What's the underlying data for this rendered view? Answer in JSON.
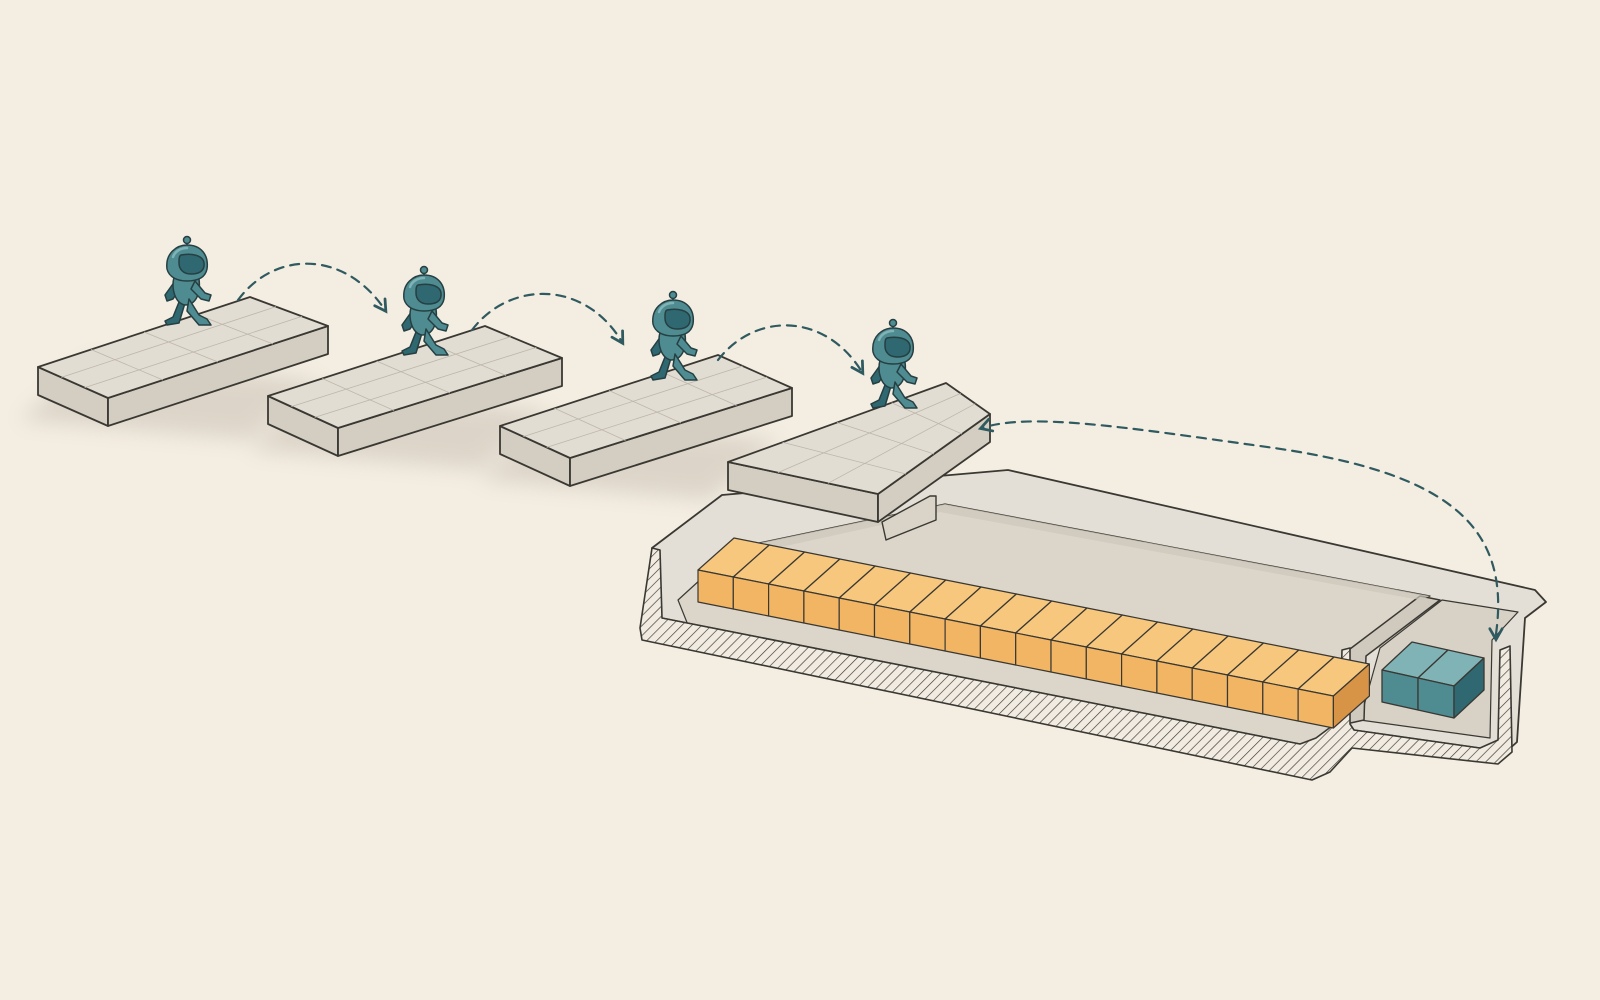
{
  "palette": {
    "background": "#f4ede2",
    "slab_top": "#e2ddd3",
    "slab_front": "#d3cdc2",
    "slab_side": "#c4beb3",
    "outline": "#3a3833",
    "robot": "#4e8c92",
    "robot_dark": "#2f6870",
    "robot_light": "#7fb3b6",
    "orange_block": "#f1b563",
    "orange_block_side": "#d89446",
    "teal_block": "#4e8c92",
    "teal_block_side": "#2f6870",
    "arrow": "#2f5a60"
  },
  "diagram": {
    "platform_count": 4,
    "robot_count": 4,
    "orange_block_count": 18,
    "teal_block_count": 2,
    "icons": [
      "robot-icon",
      "dashed-arrow-icon",
      "stone-slab-icon",
      "storage-tray-icon"
    ]
  }
}
